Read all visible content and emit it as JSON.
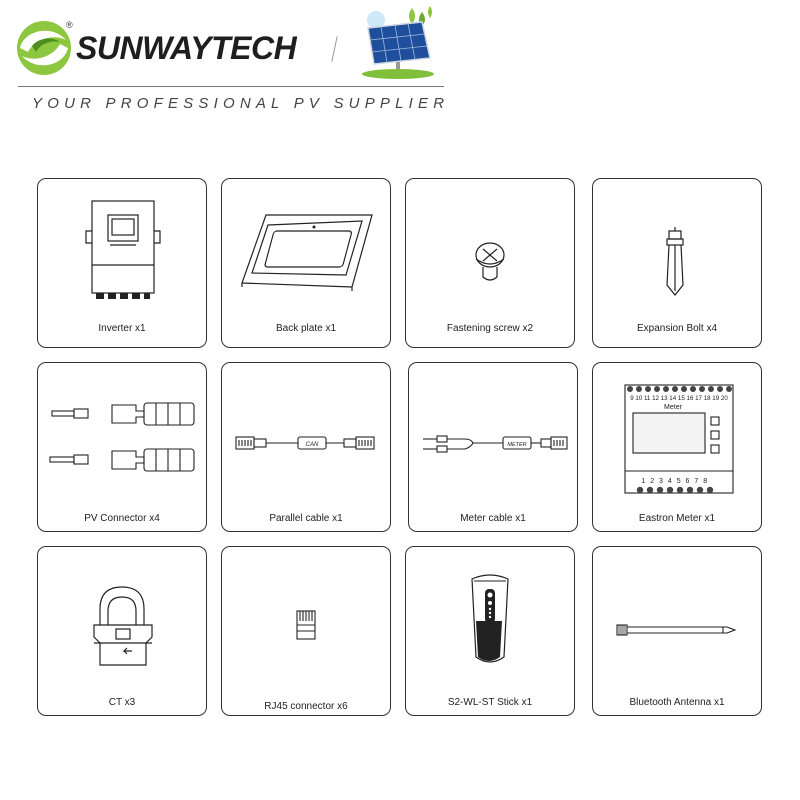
{
  "header": {
    "brand_name": "SUNWAYTECH",
    "registered_mark": "®",
    "tagline": "YOUR PROFESSIONAL PV SUPPLIER"
  },
  "items": [
    {
      "label": "Inverter x1",
      "icon": "inverter-icon"
    },
    {
      "label": "Back plate x1",
      "icon": "back-plate-icon"
    },
    {
      "label": "Fastening screw x2",
      "icon": "screw-icon"
    },
    {
      "label": "Expansion Bolt x4",
      "icon": "expansion-bolt-icon"
    },
    {
      "label": "PV Connector x4",
      "icon": "pv-connector-icon"
    },
    {
      "label": "Parallel cable x1",
      "icon": "parallel-cable-icon",
      "cable_tag": "CAN"
    },
    {
      "label": "Meter cable x1",
      "icon": "meter-cable-icon",
      "cable_tag": "METER"
    },
    {
      "label": "Eastron Meter x1",
      "icon": "eastron-meter-icon",
      "meter_title": "Meter",
      "top_terminals": "9 10 11 12 13 14 15 16 17 18 19 20",
      "bottom_terminals": "1 2 3 4 5 6 7 8"
    },
    {
      "label": "CT x3",
      "icon": "ct-clamp-icon"
    },
    {
      "label": "RJ45 connector x6",
      "icon": "rj45-connector-icon"
    },
    {
      "label": "S2-WL-ST Stick x1",
      "icon": "wifi-stick-icon"
    },
    {
      "label": "Bluetooth Antenna x1",
      "icon": "bluetooth-antenna-icon"
    }
  ]
}
